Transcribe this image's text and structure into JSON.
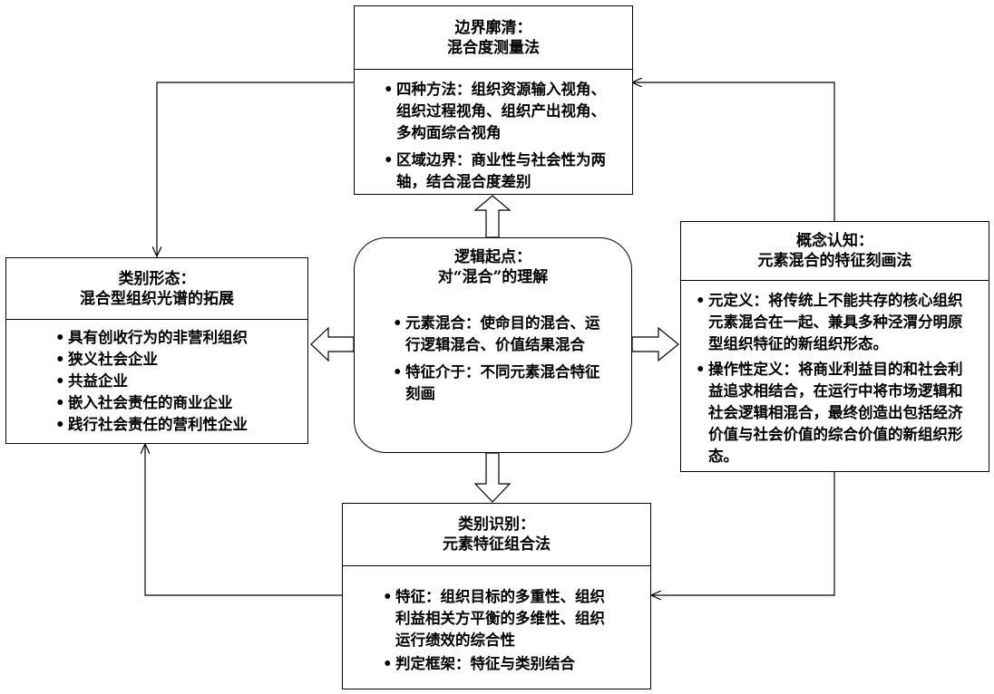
{
  "top": {
    "title": "边界廓清：",
    "subtitle": "混合度测量法",
    "items": [
      "四种方法：组织资源输入视角、组织过程视角、组织产出视角、多构面综合视角",
      "区域边界：商业性与社会性为两轴，结合混合度差别"
    ]
  },
  "left": {
    "title": "类别形态：",
    "subtitle": "混合型组织光谱的拓展",
    "items": [
      "具有创收行为的非营利组织",
      "狭义社会企业",
      "共益企业",
      "嵌入社会责任的商业企业",
      "践行社会责任的营利性企业"
    ]
  },
  "center": {
    "title": "逻辑起点：",
    "subtitle": "对“混合”的理解",
    "items": [
      "元素混合：使命目的混合、运行逻辑混合、价值结果混合",
      "特征介于：不同元素混合特征刻画"
    ]
  },
  "right": {
    "title": "概念认知：",
    "subtitle": "元素混合的特征刻画法",
    "items": [
      "元定义：将传统上不能共存的核心组织元素混合在一起、兼具多种泾渭分明原型组织特征的新组织形态。",
      "操作性定义：将商业利益目的和社会利益追求相结合，在运行中将市场逻辑和社会逻辑相混合，最终创造出包括经济价值与社会价值的综合价值的新组织形态。"
    ]
  },
  "bottom": {
    "title": "类别识别：",
    "subtitle": "元素特征组合法",
    "items": [
      "特征：组织目标的多重性、组织利益相关方平衡的多维性、组织运行绩效的综合性",
      "判定框架：特征与类别结合"
    ]
  }
}
